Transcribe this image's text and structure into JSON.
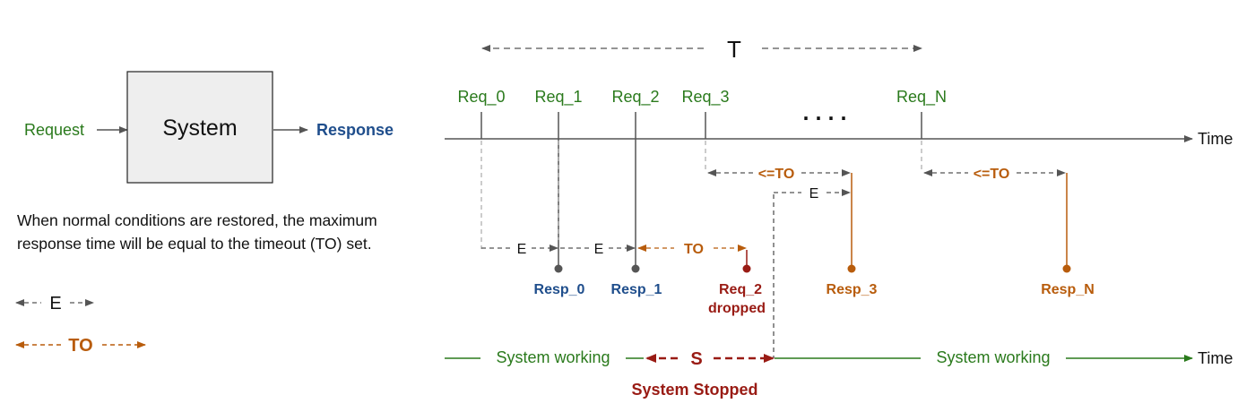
{
  "left_panel": {
    "input_label": "Request",
    "box_label": "System",
    "output_label": "Response",
    "note": "When normal conditions are restored, the maximum response time will be equal to the timeout (TO) set.",
    "legend_e": "E",
    "legend_to": "TO"
  },
  "timeline": {
    "period_label": "T",
    "ellipsis": "....",
    "axis_label": "Time",
    "requests": [
      "Req_0",
      "Req_1",
      "Req_2",
      "Req_3",
      "Req_N"
    ],
    "responses": {
      "resp_0": "Resp_0",
      "resp_1": "Resp_1",
      "req_2_dropped_line1": "Req_2",
      "req_2_dropped_line2": "dropped",
      "resp_3": "Resp_3",
      "resp_n": "Resp_N"
    },
    "intervals": {
      "e_1": "E",
      "e_2": "E",
      "to_1": "TO",
      "to_3": "<=TO",
      "e_3": "E",
      "to_n": "<=TO"
    }
  },
  "system_timeline": {
    "working_label_1": "System working",
    "stop_label": "S",
    "working_label_2": "System working",
    "axis_label": "Time",
    "stopped_caption": "System Stopped"
  },
  "colors": {
    "green": "#2a7a1c",
    "blue": "#1f4e8c",
    "orange": "#b85c0c",
    "dark_red": "#991b14",
    "gray": "#555555"
  }
}
